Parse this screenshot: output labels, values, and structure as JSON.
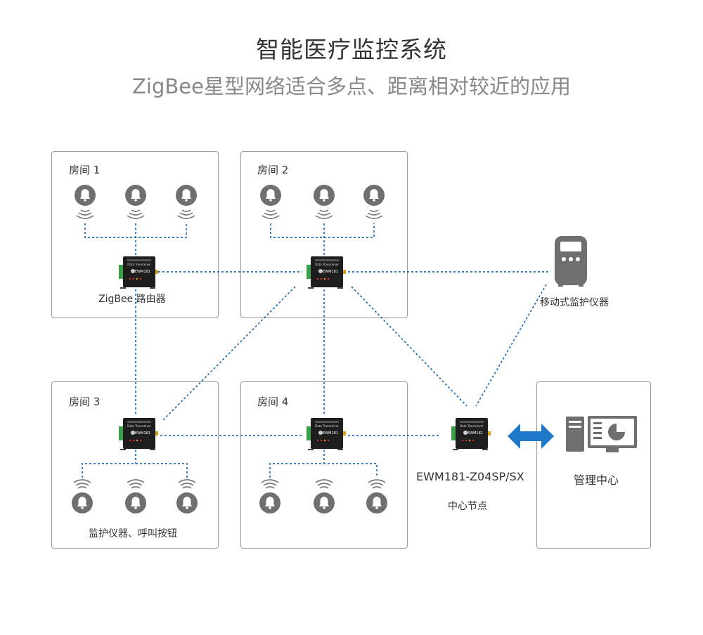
{
  "header": {
    "title": "智能医疗监控系统",
    "subtitle": "ZigBee星型网络适合多点、距离相对较近的应用"
  },
  "rooms": [
    {
      "label": "房间 1"
    },
    {
      "label": "房间 2"
    },
    {
      "label": "房间 3"
    },
    {
      "label": "房间 4"
    }
  ],
  "labels": {
    "router": "ZigBee 路由器",
    "mobile_monitor": "移动式监护仪器",
    "monitor_buttons": "监护仪器、呼叫按钮",
    "center_model": "EWM181-Z04SP/SX",
    "center_node": "中心节点",
    "management": "管理中心"
  },
  "device": {
    "top_text": "Data Transceiver",
    "brand": "EWM181"
  },
  "colors": {
    "link": "#1f6fb5",
    "arrow": "#1f78c8",
    "icon_gray": "#777777",
    "device_dark": "#222222",
    "terminal_green": "#3aa14a"
  }
}
